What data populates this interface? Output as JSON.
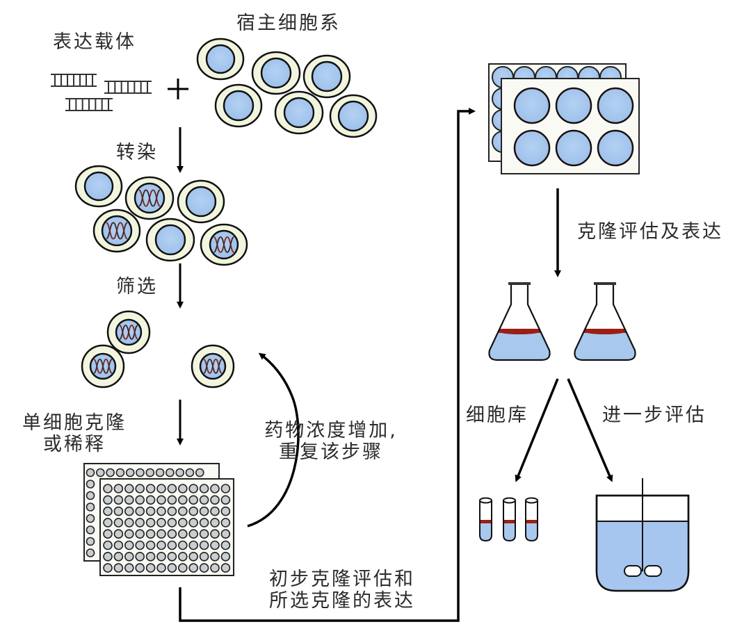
{
  "title": "稳定细胞株构建流程",
  "labels": {
    "vector": "表达载体",
    "host_cells": "宿主细胞系",
    "transfection": "转染",
    "selection": "筛选",
    "single_clone_line1": "单细胞克隆",
    "single_clone_line2": "或稀释",
    "repeat_line1": "药物浓度增加,",
    "repeat_line2": "重复该步骤",
    "initial_eval_line1": "初步克隆评估和",
    "initial_eval_line2": "所选克隆的表达",
    "clone_eval": "克隆评估及表达",
    "cell_bank": "细胞库",
    "further_eval": "进一步评估",
    "plus": "+"
  },
  "stages": [
    {
      "id": "vector",
      "name": "表达载体",
      "icon": "dna-ladder-icon",
      "count": 3
    },
    {
      "id": "host",
      "name": "宿主细胞系",
      "icon": "cell-icon",
      "count": 6
    },
    {
      "id": "transfected",
      "name": "转染",
      "icon": "cell-icon",
      "count": 6,
      "with_dna": 3
    },
    {
      "id": "selected",
      "name": "筛选",
      "icon": "cell-icon",
      "count": 3,
      "with_dna": 3
    },
    {
      "id": "plate96",
      "name": "单细胞克隆或稀释",
      "icon": "96-well-plate-icon",
      "rows": 8,
      "cols": 12
    },
    {
      "id": "plate6",
      "name": "初步克隆评估和所选克隆的表达",
      "icon": "6-well-plate-icon",
      "rows": 2,
      "cols": 3
    },
    {
      "id": "flasks",
      "name": "克隆评估及表达",
      "icon": "flask-icon",
      "count": 2
    },
    {
      "id": "cell_bank",
      "name": "细胞库",
      "icon": "test-tube-icon",
      "count": 3
    },
    {
      "id": "bioreactor",
      "name": "进一步评估",
      "icon": "bioreactor-icon",
      "count": 1
    }
  ],
  "colors": {
    "nucleus": "#a9c8ee",
    "cytoplasm": "#f6f8e6",
    "outline": "#111111",
    "medium": "#a9c8ee",
    "cell_layer": "#9b1f14",
    "plate_bg": "#fafaf5",
    "well_96": "#c9ced1",
    "dna": "#7a2a22"
  }
}
